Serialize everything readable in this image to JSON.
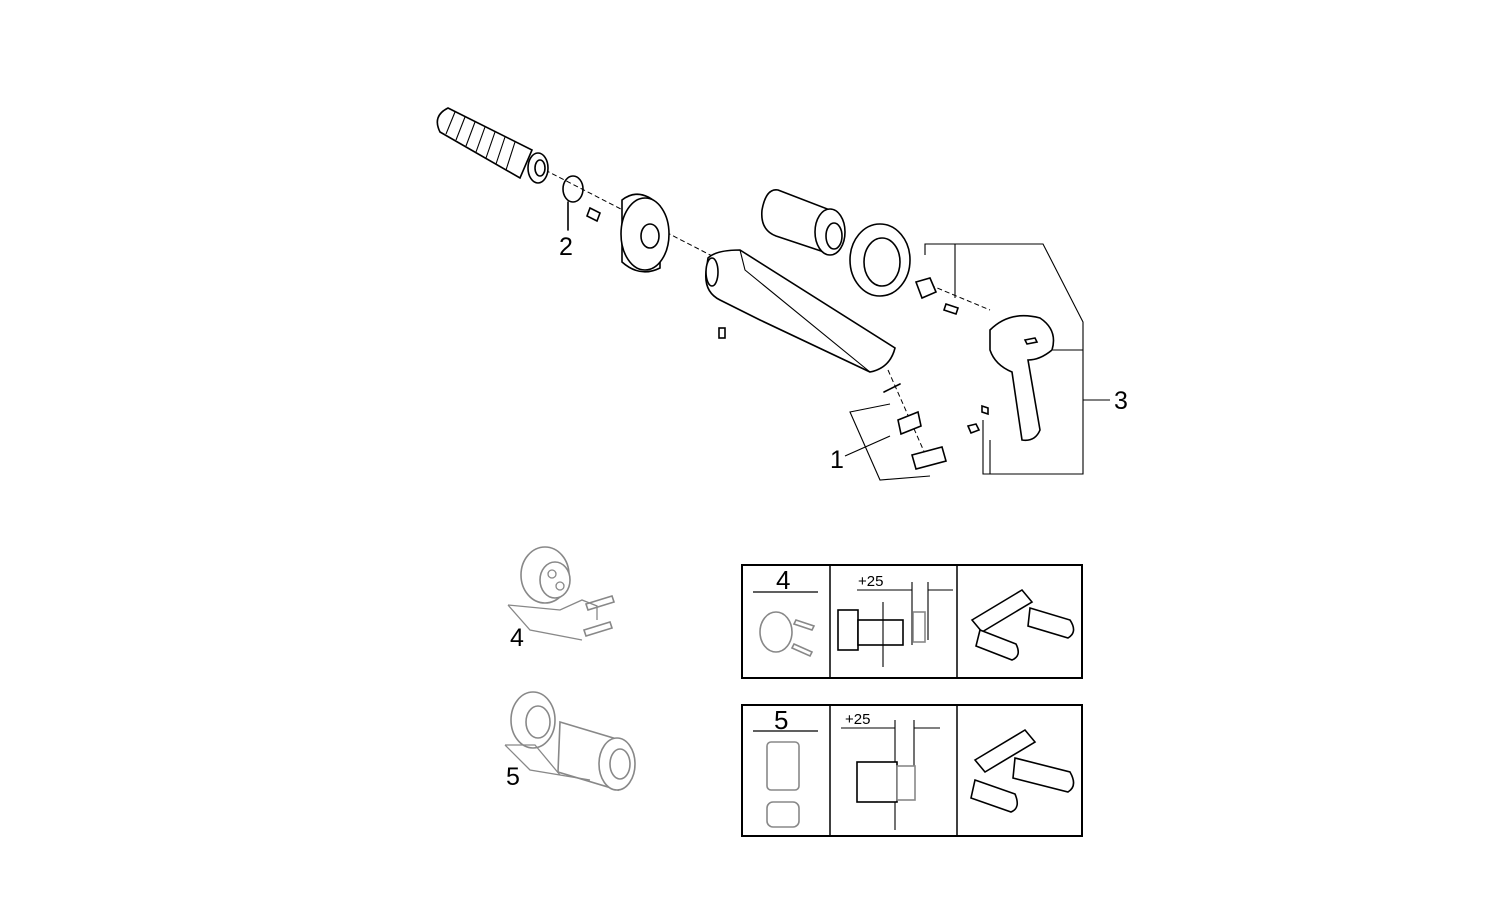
{
  "callouts": {
    "aerator_set": "1",
    "o_ring": "2",
    "handle_set": "3",
    "rough_in_4": "4",
    "rough_in_5": "5"
  },
  "compat_tables": [
    {
      "number": "4",
      "offset": "+25"
    },
    {
      "number": "5",
      "offset": "+25"
    }
  ],
  "colors": {
    "line": "#000000",
    "optional_part": "#888888"
  }
}
